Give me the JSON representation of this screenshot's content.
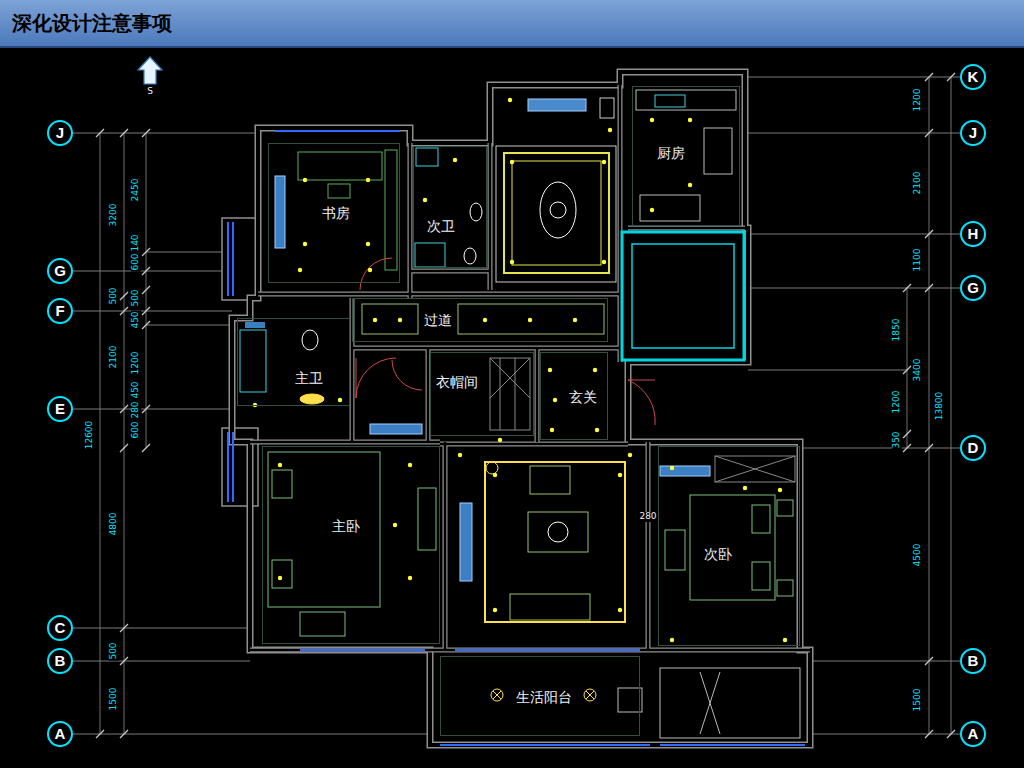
{
  "diagram": {
    "title": "深化设计注意事项",
    "nodes": [
      {
        "text": [
          "K"
        ]
      },
      {
        "text": [
          "J"
        ]
      },
      {
        "text": [
          "J"
        ]
      },
      {
        "text": [
          "厨房"
        ]
      },
      {
        "text": [
          "书房"
        ]
      },
      {
        "text": [
          "次卫"
        ]
      },
      {
        "text": [
          "H"
        ]
      },
      {
        "text": [
          "G"
        ]
      },
      {
        "text": [
          "G"
        ]
      },
      {
        "text": [
          "F"
        ]
      },
      {
        "text": [
          "过道"
        ]
      },
      {
        "text": [
          "主卫"
        ]
      },
      {
        "text": [
          "衣帽间"
        ]
      },
      {
        "text": [
          "玄关"
        ]
      },
      {
        "text": [
          "E"
        ]
      },
      {
        "text": [
          "D"
        ]
      },
      {
        "text": [
          "主卧"
        ]
      },
      {
        "text": [
          "次卧"
        ]
      },
      {
        "text": [
          "C"
        ]
      },
      {
        "text": [
          "B"
        ]
      },
      {
        "text": [
          "B"
        ]
      },
      {
        "text": [
          "生活阳台"
        ]
      },
      {
        "text": [
          "A"
        ]
      },
      {
        "text": [
          "A"
        ]
      }
    ],
    "labels": [
      "S",
      "12600",
      "3200",
      "500",
      "2100",
      "4800",
      "500",
      "1500",
      "2450",
      "140",
      "600",
      "500",
      "450",
      "1200",
      "450",
      "280",
      "600",
      "1850",
      "1200",
      "350",
      "1200",
      "2100",
      "1100",
      "3400",
      "4500",
      "1500",
      "13800",
      "280"
    ]
  }
}
